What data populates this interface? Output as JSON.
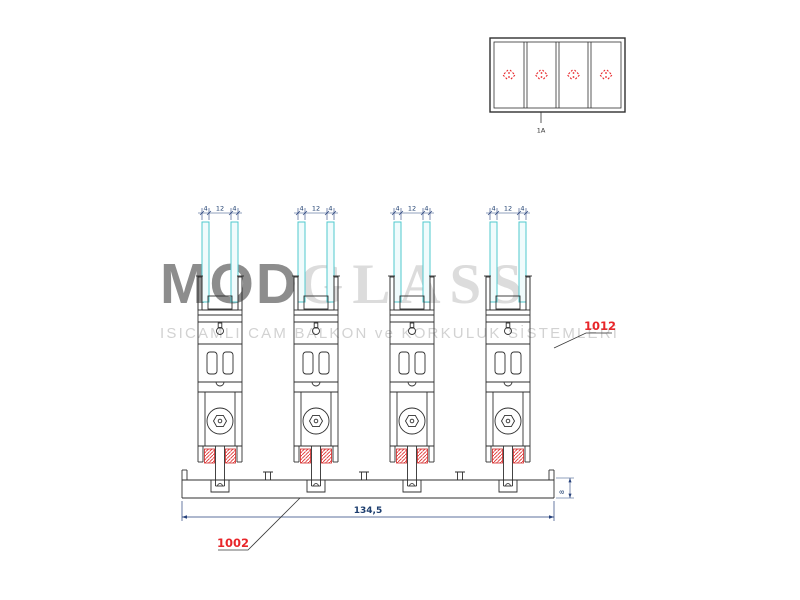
{
  "watermark": {
    "brand_bold": "MOD",
    "brand_light": "GLASS",
    "tagline": "ISICAMLI CAM BALKON ve KORKULUK SİSTEMLERİ"
  },
  "detail_view": {
    "callout": "1A"
  },
  "profile_labels": {
    "upper_profile": "1012",
    "base_profile": "1002"
  },
  "dimensions": {
    "glass_pane_outer": "4",
    "glass_gap": "12",
    "glass_pane_inner": "4",
    "base_width": "134,5",
    "base_height": "8"
  },
  "colors": {
    "line": "#2f2f2f",
    "glass_cyan": "#4fc8ce",
    "dimension_navy": "#1c3d6e",
    "accent_red": "#e8262a",
    "watermark_dark": "#8d8d8d",
    "watermark_light": "#dcdcdc"
  }
}
